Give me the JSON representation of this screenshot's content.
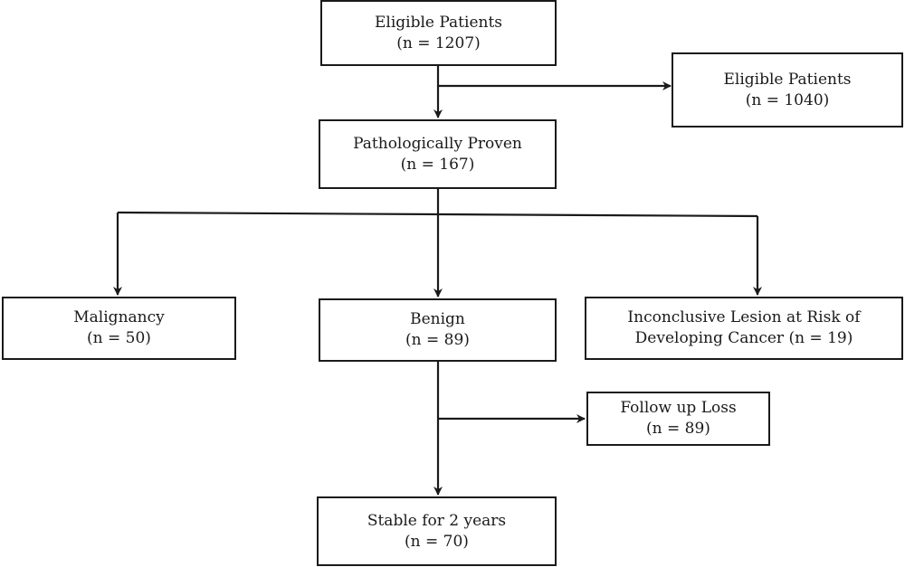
{
  "boxes": {
    "eligible": {
      "line1": "Eligible Patients",
      "line2": "(n = 1207)"
    },
    "eligible_excluded": {
      "line1": "Eligible Patients",
      "line2": "(n = 1040)"
    },
    "pathology": {
      "line1": "Pathologically Proven",
      "line2": "(n = 167)"
    },
    "malignancy": {
      "line1": "Malignancy",
      "line2": "(n = 50)"
    },
    "benign": {
      "line1": "Benign",
      "line2": "(n = 89)"
    },
    "inconclusive": {
      "line1": "Inconclusive Lesion at Risk of",
      "line2": "Developing Cancer (n = 19)"
    },
    "followup_loss": {
      "line1": "Follow up Loss",
      "line2": "(n = 89)"
    },
    "stable": {
      "line1": "Stable for 2 years",
      "line2": "(n = 70)"
    }
  }
}
